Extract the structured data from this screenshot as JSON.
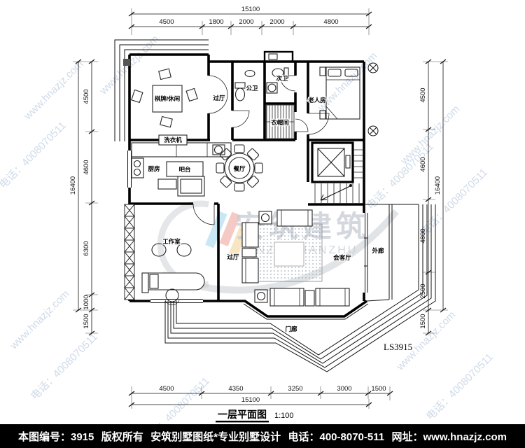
{
  "title": {
    "name": "一层平面图",
    "scale": "1:100"
  },
  "drawing_code": "LS3915",
  "footer": {
    "sheet_no": "本图编号：3915",
    "copyright": "版权所有",
    "brand": "安筑别墅图纸*专业别墅设计",
    "phone": "电话：400-8070-511",
    "website": "网址：www.hnazjz.com"
  },
  "dimensions": {
    "top": {
      "overall": "15100",
      "segments": [
        "4500",
        "1800",
        "2000",
        "2000",
        "4800"
      ]
    },
    "bottom": {
      "overall": "15100",
      "segments": [
        "4500",
        "4350",
        "3250",
        "3000",
        "1500"
      ]
    },
    "left": {
      "overall": "16400",
      "segments": [
        "4500",
        "4600",
        "6300",
        "1000",
        "1500"
      ]
    },
    "right": {
      "overall": "16400",
      "segments": [
        "4500",
        "4600",
        "4800",
        "2500",
        "1500"
      ]
    }
  },
  "rooms": {
    "chess": "棋牌/休闲",
    "hall_upper": "过厅",
    "public_wc": "公卫",
    "second_wc": "次卫",
    "cloakroom": "衣帽间",
    "elder_room": "老人房",
    "kitchen": "厨房",
    "bar_counter": "吧台",
    "kitchen_box": "洗衣机",
    "dining": "餐厅",
    "studio": "工作室",
    "hall_lower": "过厅",
    "reception": "会客厅",
    "veranda": "外廊",
    "porch": "门廊"
  },
  "watermark": {
    "site": "www.hnazjz.com",
    "phone": "电话：4008070511",
    "logo_cn": "安筑建筑",
    "logo_en": "ANZHUJIANZHU"
  },
  "colors": {
    "ink": "#000000",
    "watermark": "#9fb6d4",
    "logo_gray": "#c6cbd3",
    "logo_blue": "#a8d8f0",
    "logo_red": "#f0a8a0",
    "logo_yellow": "#f5d59a",
    "footer_bg": "#000000",
    "footer_text": "#ffffff"
  }
}
